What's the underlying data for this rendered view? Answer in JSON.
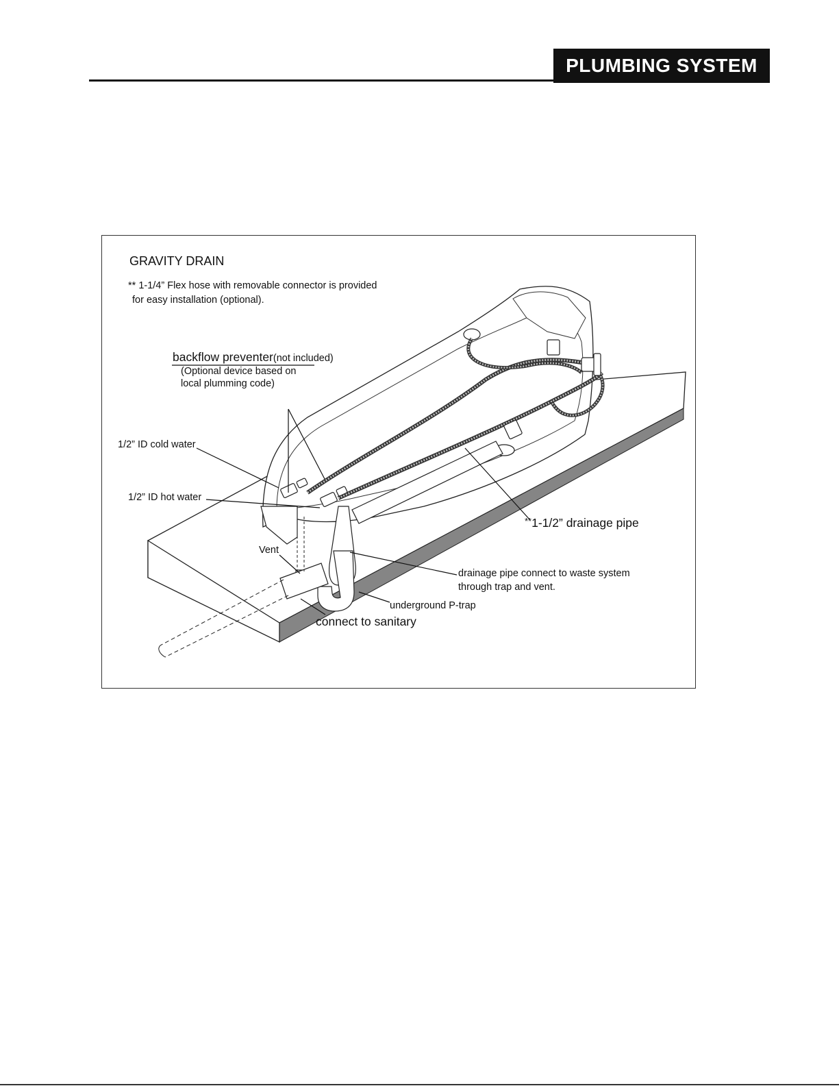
{
  "header": {
    "section_title": "PLUMBING SYSTEM"
  },
  "figure": {
    "title": "GRAVITY DRAIN",
    "note_line1": "** 1-1/4” Flex hose with removable connector is provided",
    "note_line2": "for easy installation (optional).",
    "backflow_title": "backflow preventer",
    "backflow_suffix": "(not included)",
    "backflow_line2": "(Optional device based on",
    "backflow_line3": "local plumming code)",
    "cold_water": "1/2” ID cold water",
    "hot_water": "1/2” ID hot water",
    "vent": "Vent",
    "drainage_pipe_prefix": "**",
    "drainage_pipe": "1-1/2” drainage pipe",
    "waste_line1": "drainage pipe connect to waste system",
    "waste_line2": "through trap and vent.",
    "ptrap": "underground P-trap",
    "sanitary": "connect to sanitary"
  }
}
